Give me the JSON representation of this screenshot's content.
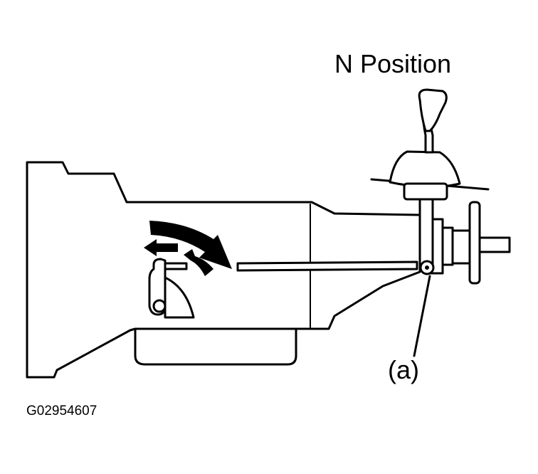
{
  "diagram": {
    "title": "N Position",
    "callout_a": "(a)",
    "figure_id": "G02954607"
  },
  "icons": [
    "transmission-case-drawing",
    "shift-lever-drawing",
    "rotation-arrow-icon",
    "direction-arrow-icon"
  ]
}
